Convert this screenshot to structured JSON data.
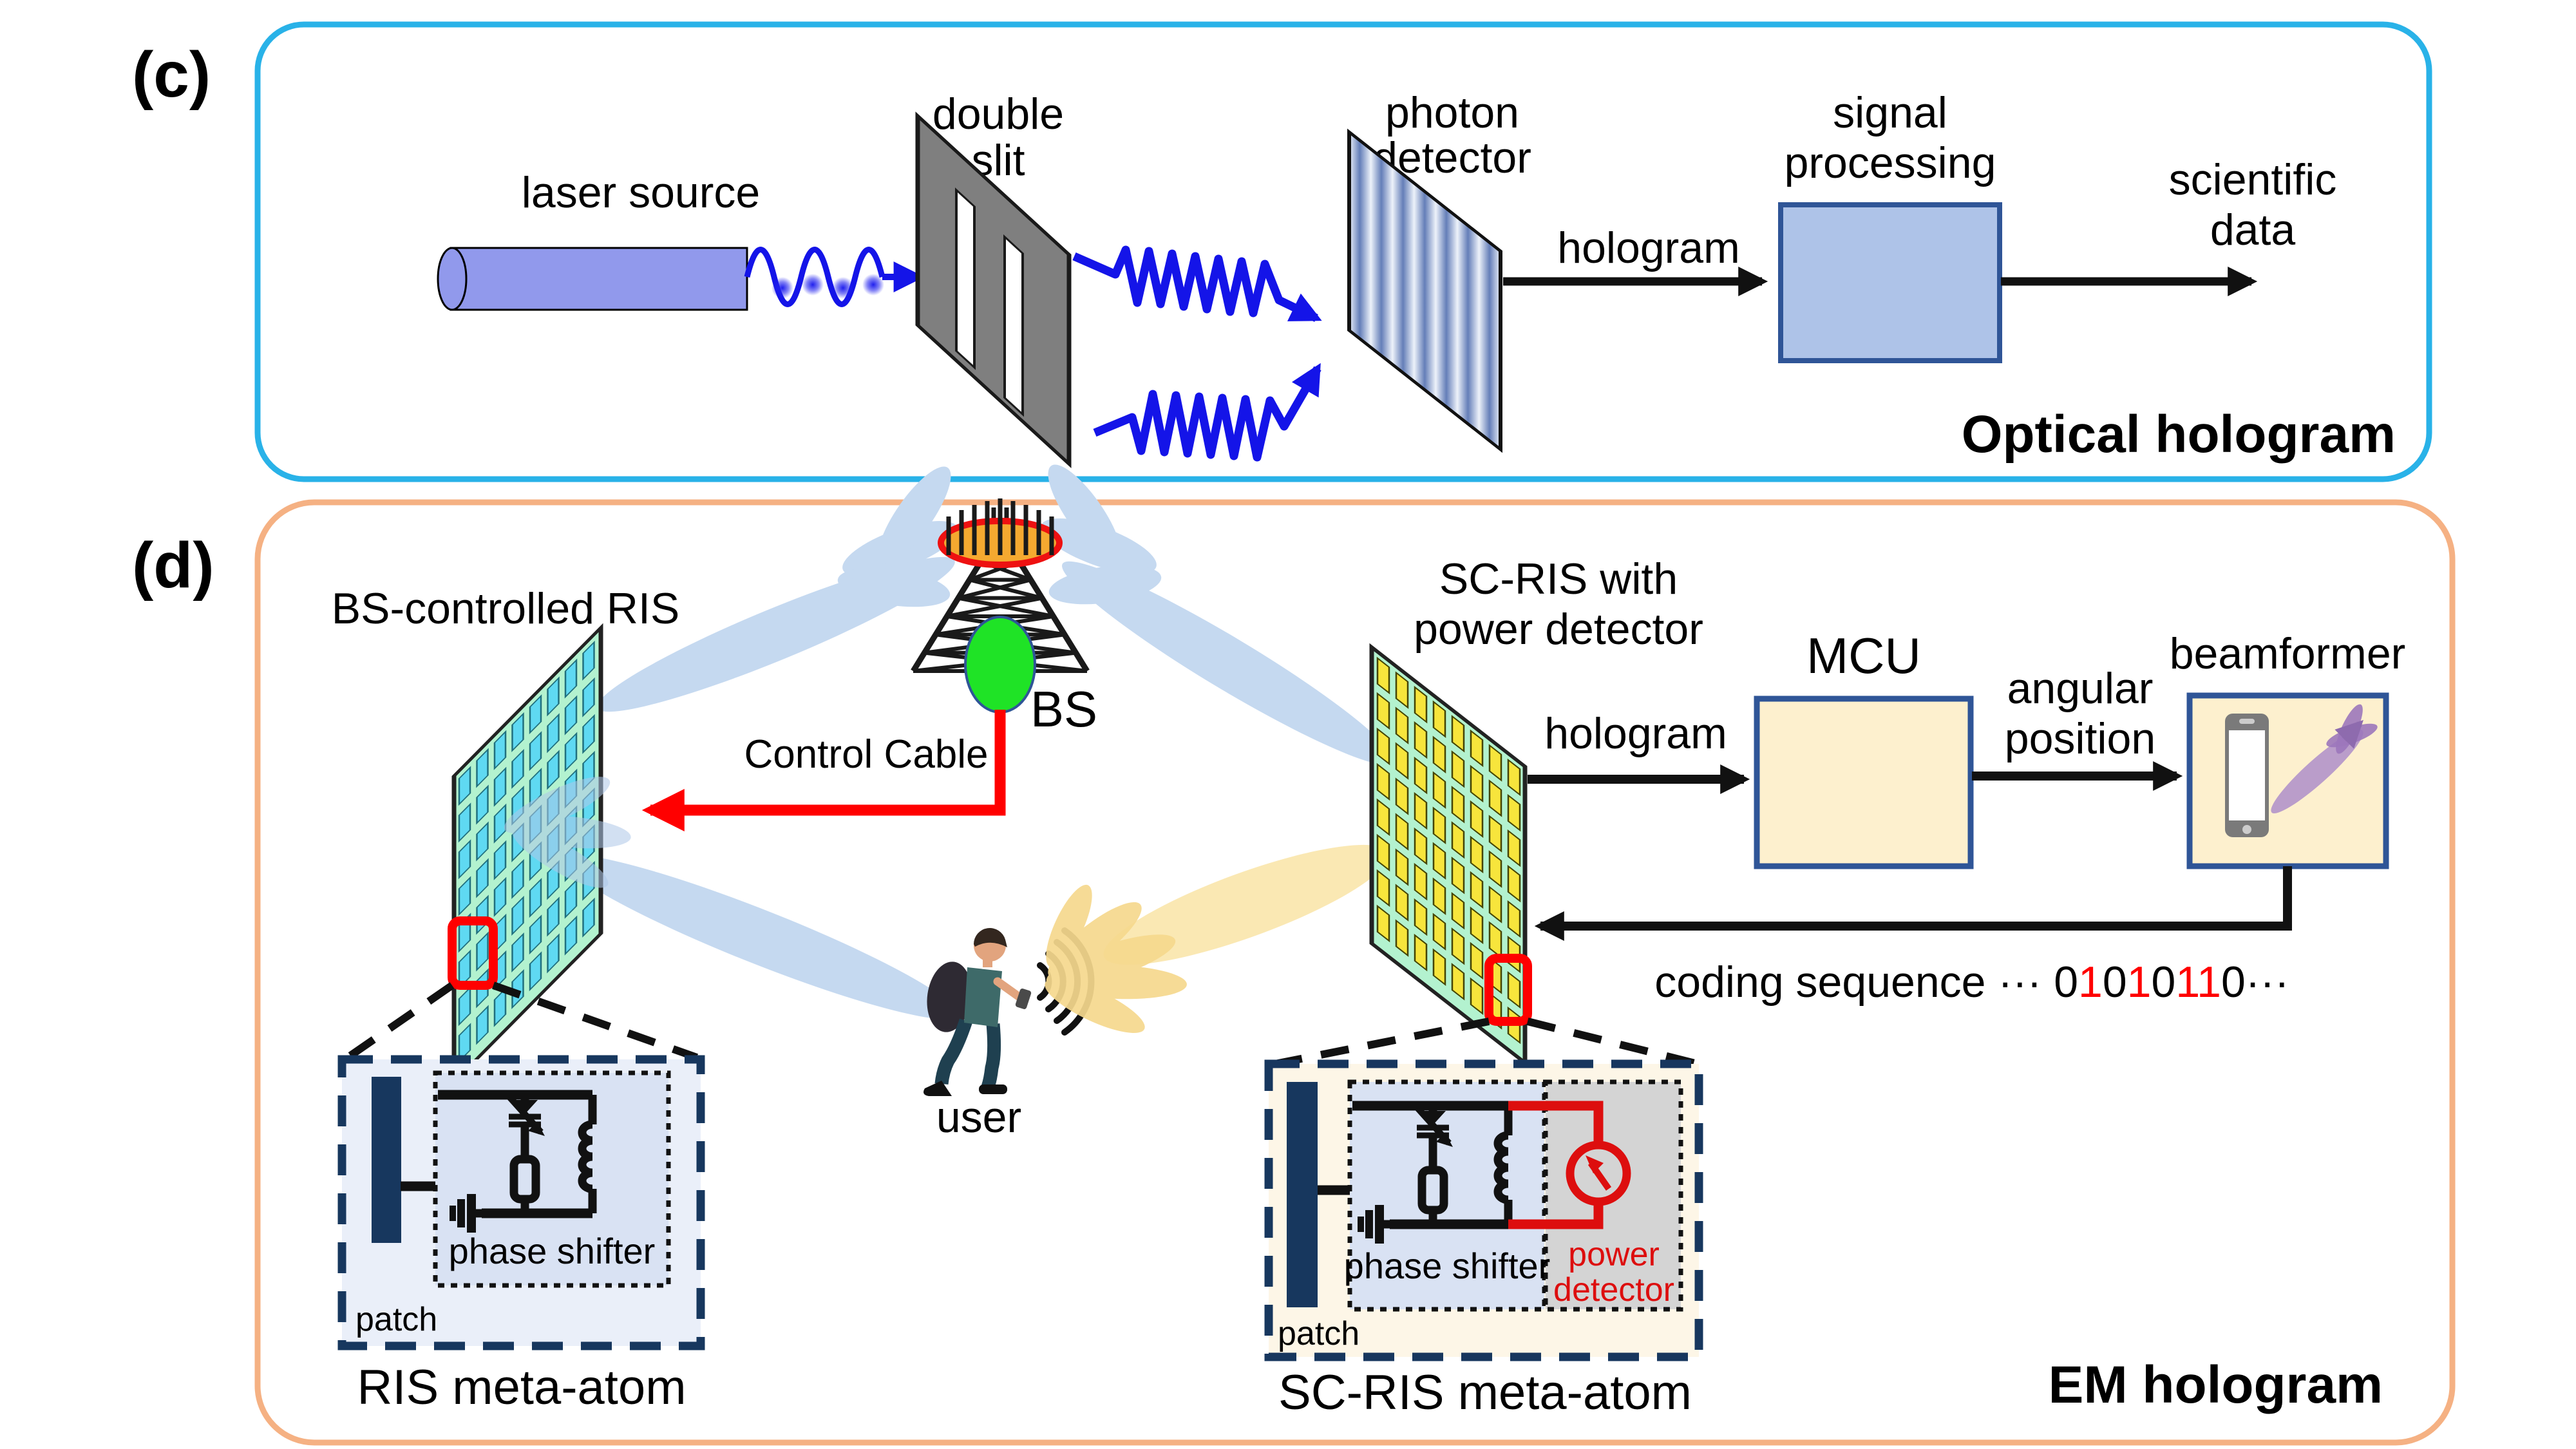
{
  "panel_c": {
    "tag": "(c)",
    "caption": "Optical hologram",
    "labels": {
      "laser_source": "laser source",
      "double_slit_1": "double",
      "double_slit_2": "slit",
      "photon_detector_1": "photon",
      "photon_detector_2": "detector",
      "hologram": "hologram",
      "signal_processing_1": "signal",
      "signal_processing_2": "processing",
      "scientific_data_1": "scientific",
      "scientific_data_2": "data"
    },
    "border_color": "#29B2E8"
  },
  "panel_d": {
    "tag": "(d)",
    "caption": "EM hologram",
    "border_color": "#F5B183",
    "labels": {
      "bs_controlled_ris": "BS-controlled RIS",
      "bs": "BS",
      "control_cable": "Control Cable",
      "sc_ris_1": "SC-RIS with",
      "sc_ris_2": "power detector",
      "hologram": "hologram",
      "mcu": "MCU",
      "angular_1": "angular",
      "angular_2": "position",
      "beamformer": "beamformer",
      "user": "user"
    },
    "coding": {
      "prefix": "coding sequence ··· ",
      "bits": [
        {
          "char": "0",
          "color": "#000000"
        },
        {
          "char": "1",
          "color": "#FF0000"
        },
        {
          "char": "0",
          "color": "#000000"
        },
        {
          "char": "1",
          "color": "#FF0000"
        },
        {
          "char": "0",
          "color": "#000000"
        },
        {
          "char": "1",
          "color": "#FF0000"
        },
        {
          "char": "1",
          "color": "#FF0000"
        },
        {
          "char": "0",
          "color": "#000000"
        }
      ],
      "suffix": "···"
    },
    "ris_inset": {
      "patch": "patch",
      "phase_shifter": "phase shifter",
      "caption": "RIS meta-atom"
    },
    "sc_inset": {
      "patch": "patch",
      "phase_shifter": "phase shifter",
      "power_detector_1": "power",
      "power_detector_2": "detector",
      "caption": "SC-RIS meta-atom"
    }
  },
  "colors": {
    "optical_border": "#29B2E8",
    "em_border": "#F5B183",
    "laser_cylinder": "#9199EC",
    "photon_wave_blue": "#1414E8",
    "slit_gray": "#7F7F7F",
    "signal_box_fill": "#AEC3E8",
    "box_stroke_blue": "#2F5597",
    "ris_panel_green": "#B3F2CF",
    "ris_cell_cyan": "#5FD9F2",
    "sc_cell_yellow": "#F7E53C",
    "mcu_fill": "#FDF0CE",
    "beam_blue": "#C5D9F0",
    "beam_yellow": "#F6D98E",
    "control_red": "#FF0000",
    "navy": "#17375E",
    "antenna_orange": "#F5A930",
    "bs_green": "#1FE326",
    "purple_beam": "#AE8EC9"
  }
}
